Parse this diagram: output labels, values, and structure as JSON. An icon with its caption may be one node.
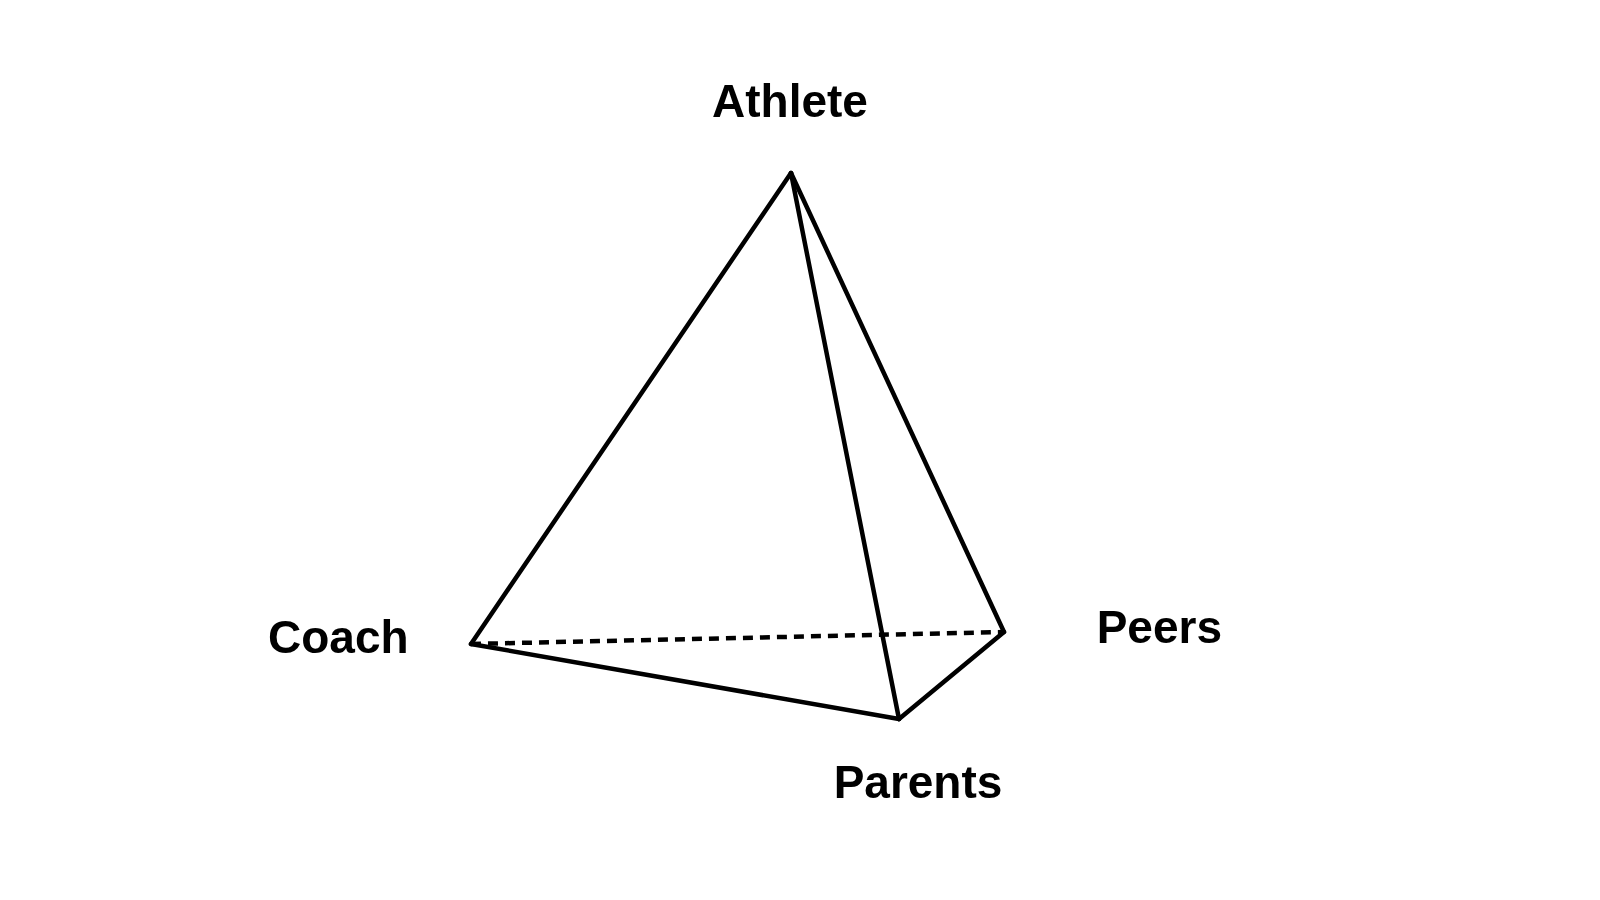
{
  "diagram": {
    "nodes": [
      {
        "text": [
          "Athlete"
        ]
      },
      {
        "text": [
          "Coach"
        ]
      },
      {
        "text": [
          "Peers"
        ]
      },
      {
        "text": [
          "Parents"
        ]
      }
    ],
    "edges": [
      {
        "from": 0,
        "to": 1,
        "arrow": "none"
      },
      {
        "from": 0,
        "to": 2,
        "arrow": "none"
      },
      {
        "from": 0,
        "to": 3,
        "arrow": "none"
      },
      {
        "from": 1,
        "to": 3,
        "arrow": "none"
      },
      {
        "from": 3,
        "to": 2,
        "arrow": "none"
      },
      {
        "from": 1,
        "to": 2,
        "arrow": "none",
        "style": "dashed"
      }
    ]
  }
}
